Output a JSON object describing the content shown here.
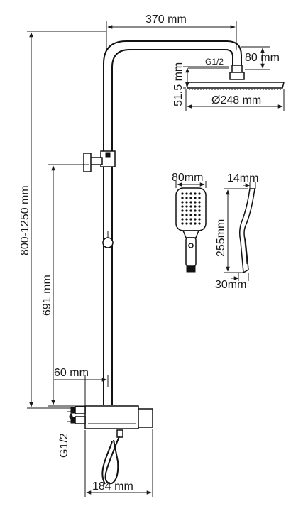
{
  "dimensions": {
    "arm_width": "370 mm",
    "head_offset": "80 mm",
    "inlet_thread_top": "G1/2",
    "head_thickness": "51.5 mm",
    "head_diameter": "Ø248 mm",
    "handshower_width": "80mm",
    "handshower_depth_top": "14mm",
    "handshower_length": "255mm",
    "handshower_depth_bottom": "30mm",
    "total_height": "800-1250 mm",
    "holder_height": "691 mm",
    "outlet_offset": "60 mm",
    "inlet_thread_bottom": "G1/2",
    "mixer_width": "184 mm"
  }
}
